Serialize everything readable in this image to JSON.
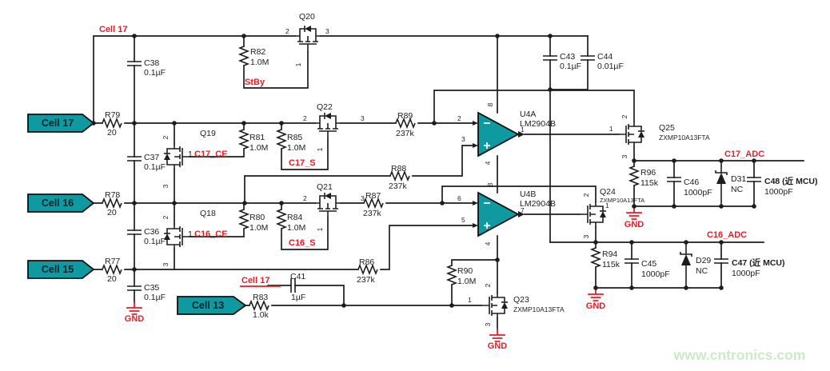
{
  "watermark": "www.cntronics.com",
  "colors": {
    "accent_teal": "#0f9aa1",
    "accent_red": "#e81c25",
    "wire": "#1d1d1b",
    "watermark_green": "#cde9c5"
  },
  "cells": {
    "c17": "Cell 17",
    "c16": "Cell 16",
    "c15": "Cell 15",
    "c13": "Cell 13"
  },
  "nets": {
    "cell17": "Cell 17",
    "stby": "StBy",
    "c17_ce": "C17_CE",
    "c16_ce": "C16_CE",
    "c17_s": "C17_S",
    "c16_s": "C16_S",
    "c17_adc": "C17_ADC",
    "c16_adc": "C16_ADC",
    "gnd": "GND"
  },
  "pins": {
    "p1": "1",
    "p2": "2",
    "p3": "3",
    "p4": "4",
    "p5": "5",
    "p6": "6",
    "p7": "7",
    "p8": "8"
  },
  "c": {
    "q20": {
      "ref": "Q20"
    },
    "q19": {
      "ref": "Q19"
    },
    "q18": {
      "ref": "Q18"
    },
    "q22": {
      "ref": "Q22"
    },
    "q21": {
      "ref": "Q21"
    },
    "q23": {
      "ref": "Q23",
      "value": "ZXMP10A13FTA"
    },
    "q24": {
      "ref": "Q24",
      "value": "ZXMP10A13FTA"
    },
    "q25": {
      "ref": "Q25",
      "value": "ZXMP10A13FTA"
    },
    "u4a": {
      "ref": "U4A",
      "value": "LM2904B"
    },
    "u4b": {
      "ref": "U4B",
      "value": "LM2904B"
    },
    "r77": {
      "ref": "R77",
      "value": "20"
    },
    "r78": {
      "ref": "R78",
      "value": "20"
    },
    "r79": {
      "ref": "R79",
      "value": "20"
    },
    "r80": {
      "ref": "R80",
      "value": "1.0M"
    },
    "r81": {
      "ref": "R81",
      "value": "1.0M"
    },
    "r82": {
      "ref": "R82",
      "value": "1.0M"
    },
    "r83": {
      "ref": "R83",
      "value": "1.0k"
    },
    "r84": {
      "ref": "R84",
      "value": "1.0M"
    },
    "r85": {
      "ref": "R85",
      "value": "1.0M"
    },
    "r86": {
      "ref": "R86",
      "value": "237k"
    },
    "r87": {
      "ref": "R87",
      "value": "237k"
    },
    "r88": {
      "ref": "R88",
      "value": "237k"
    },
    "r89": {
      "ref": "R89",
      "value": "237k"
    },
    "r90": {
      "ref": "R90",
      "value": "1.0M"
    },
    "r94": {
      "ref": "R94",
      "value": "115k"
    },
    "r96": {
      "ref": "R96",
      "value": "115k"
    },
    "c35": {
      "ref": "C35",
      "value": "0.1µF"
    },
    "c36": {
      "ref": "C36",
      "value": "0.1µF"
    },
    "c37": {
      "ref": "C37",
      "value": "0.1µF"
    },
    "c38": {
      "ref": "C38",
      "value": "0.1µF"
    },
    "c41": {
      "ref": "C41",
      "value": "1µF"
    },
    "c43": {
      "ref": "C43",
      "value": "0.1µF"
    },
    "c44": {
      "ref": "C44",
      "value": "0.01µF"
    },
    "c45": {
      "ref": "C45",
      "value": "1000pF"
    },
    "c46": {
      "ref": "C46",
      "value": "1000pF"
    },
    "c47": {
      "ref": "C47 (近 MCU)",
      "value": "1000pF"
    },
    "c48": {
      "ref": "C48 (近 MCU)",
      "value": "1000pF"
    },
    "d29": {
      "ref": "D29",
      "value": "NC"
    },
    "d31": {
      "ref": "D31",
      "value": "NC"
    }
  }
}
